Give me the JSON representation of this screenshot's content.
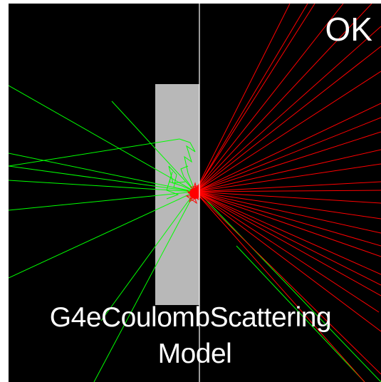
{
  "status_text": "OK",
  "title": {
    "line1": "G4eCoulombScattering",
    "line2": "Model"
  },
  "colors": {
    "background": "#000000",
    "target_slab": "#b8b8b8",
    "beam_axis": "#ffffff",
    "negative_tracks": "#ff0000",
    "positive_tracks": "#00ff00",
    "label_text": "#ffffff"
  }
}
